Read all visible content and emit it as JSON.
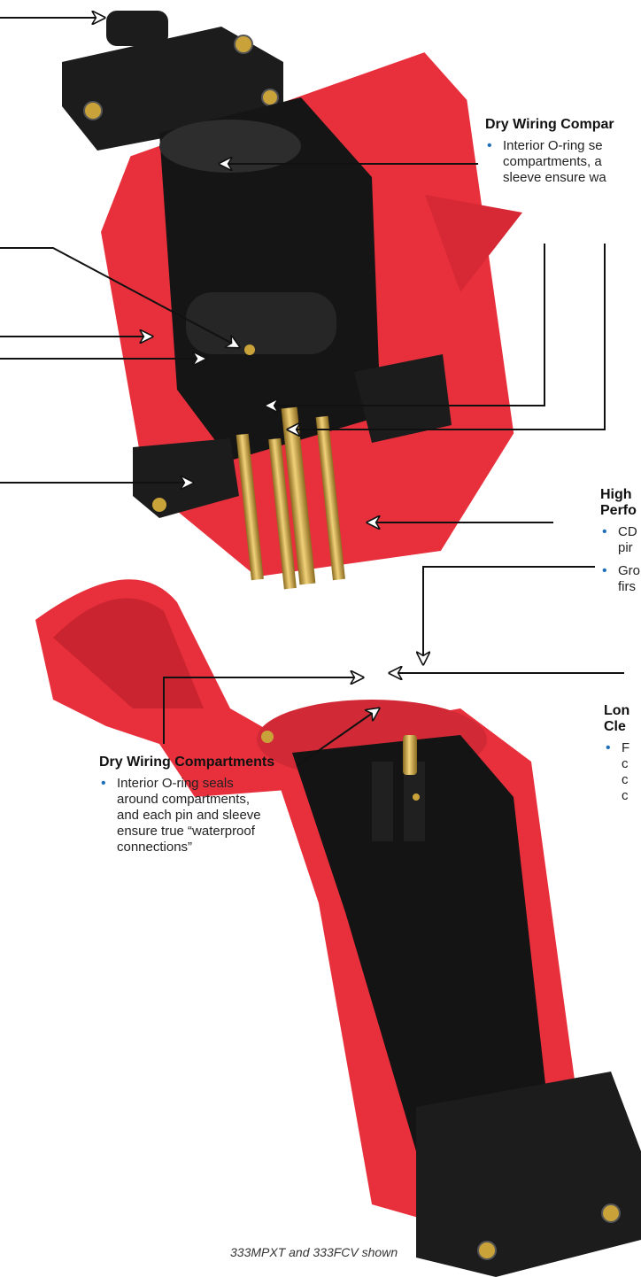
{
  "callouts": {
    "dry_top": {
      "title": "Dry Wiring Compar",
      "bullets": [
        "Interior O-ring se\ncompartments, a\nsleeve ensure wa"
      ]
    },
    "high_perf": {
      "title": "High\nPerfo",
      "bullets": [
        "CD\npir",
        "Gro\nfirs"
      ]
    },
    "long_clear": {
      "title": "Lon\nCle",
      "bullets": [
        "F\nc\nc\nc"
      ]
    },
    "dry_bottom": {
      "title": "Dry Wiring Compartments",
      "bullets": [
        "Interior O-ring seals\naround compartments,\nand each pin and sleeve\nensure true “waterproof\nconnections”"
      ]
    }
  },
  "caption": "333MPXT and 333FCV shown",
  "colors": {
    "red": "#e8303c",
    "black": "#1c1c1c",
    "gold": "#c9a23a",
    "bullet": "#1d6fb8"
  }
}
